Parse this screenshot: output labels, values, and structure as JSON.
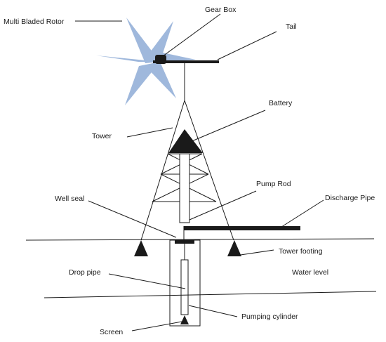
{
  "diagram": {
    "labels": {
      "rotor": "Multi Bladed Rotor",
      "gearbox": "Gear Box",
      "tail": "Tail",
      "battery": "Battery",
      "tower": "Tower",
      "pump_rod": "Pump Rod",
      "well_seal": "Well seal",
      "discharge_pipe": "Discharge Pipe",
      "tower_footing": "Tower footing",
      "water_level": "Water level",
      "drop_pipe": "Drop pipe",
      "pumping_cylinder": "Pumping cylinder",
      "screen": "Screen"
    },
    "colors": {
      "rotor_blade": "#9fb8dc",
      "line": "#1a1a1a"
    }
  }
}
